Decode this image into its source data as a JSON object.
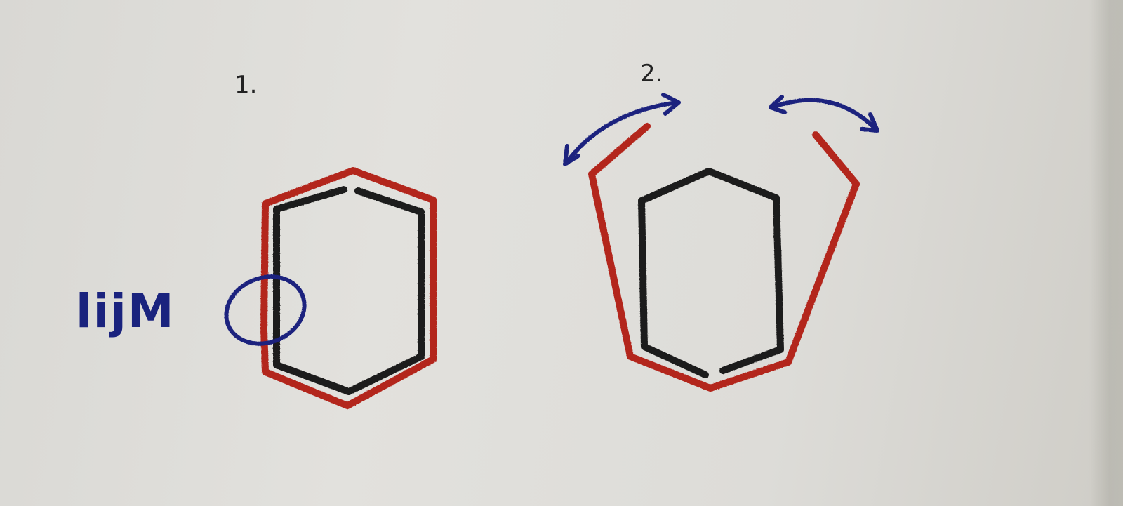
{
  "step_1_label": "1.",
  "step_2_label": "2.",
  "glue_label": "lijM",
  "colors": {
    "paper": "#dedcd8",
    "outer_frame": "#b3261e",
    "inner_frame": "#1c1c1c",
    "annotation": "#1a237e"
  },
  "icons": [
    "double-arrow-left-icon",
    "double-arrow-right-icon",
    "glue-circle-icon"
  ]
}
